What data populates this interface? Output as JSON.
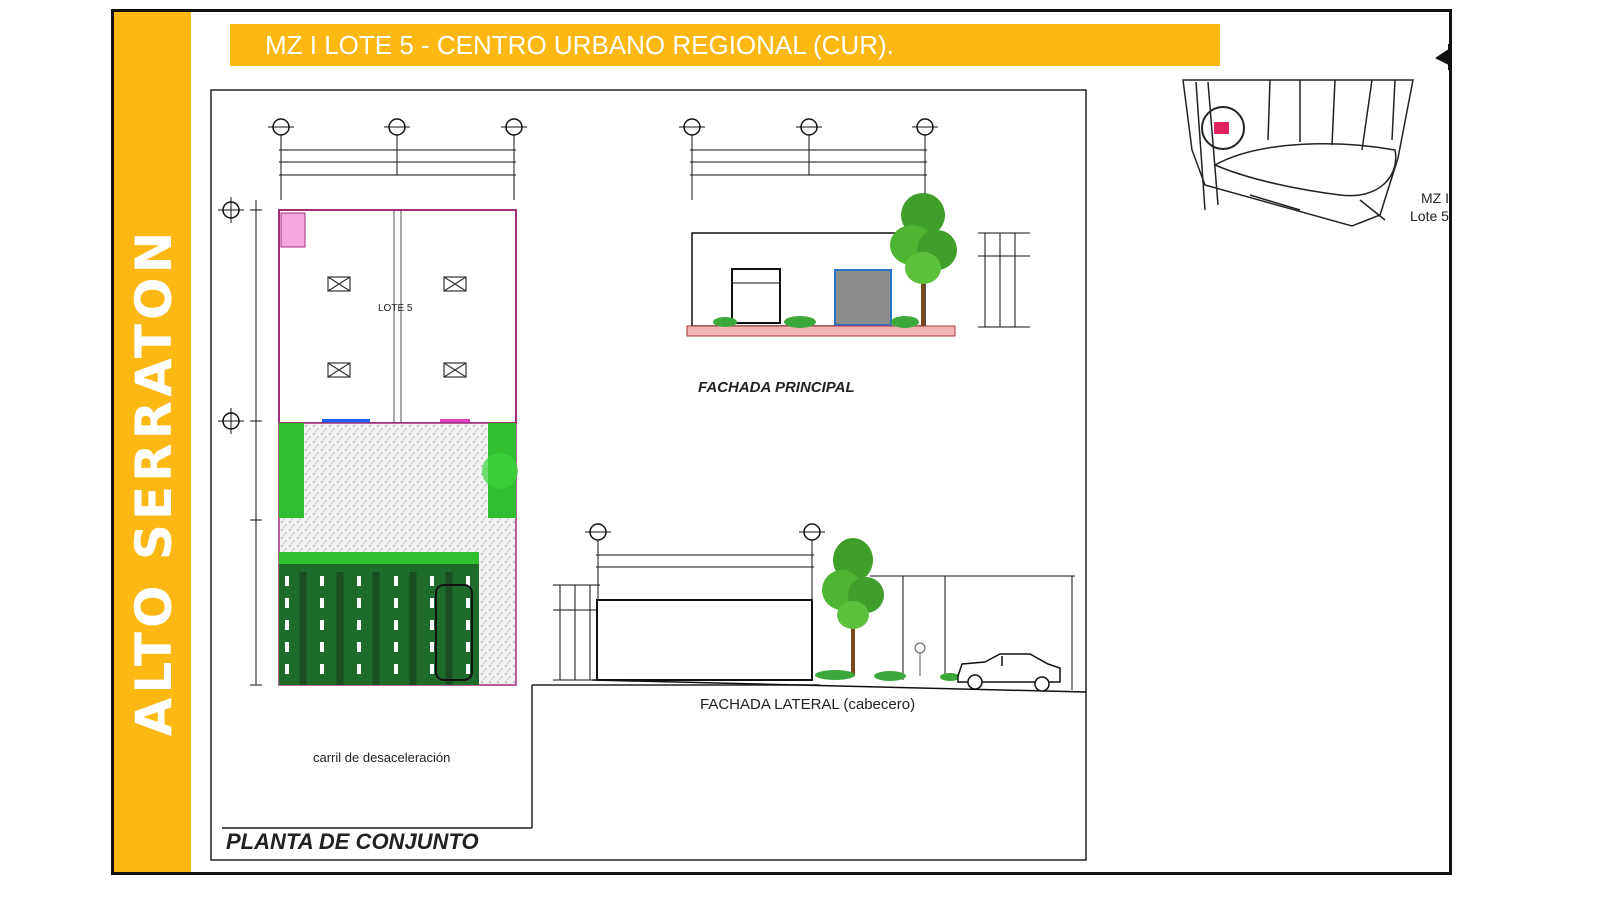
{
  "sidebar": {
    "brand": "ALTO SERRATON"
  },
  "header": {
    "title": "MZ I LOTE 5 - CENTRO URBANO REGIONAL (CUR)."
  },
  "plan": {
    "title": "PLANTA DE CONJUNTO",
    "lot_label": "LOTE 5",
    "lane_label": "carril de desaceleración"
  },
  "elevations": {
    "front_title": "FACHADA  PRINCIPAL",
    "side_title": "FACHADA LATERAL (cabecero)"
  },
  "location": {
    "label_line1": "MZ I",
    "label_line2": "Lote 5"
  },
  "colors": {
    "accent": "#fdb813",
    "landscape": "#2e8b2e",
    "parking": "#1f6b2a",
    "highlight": "#e0245e"
  }
}
